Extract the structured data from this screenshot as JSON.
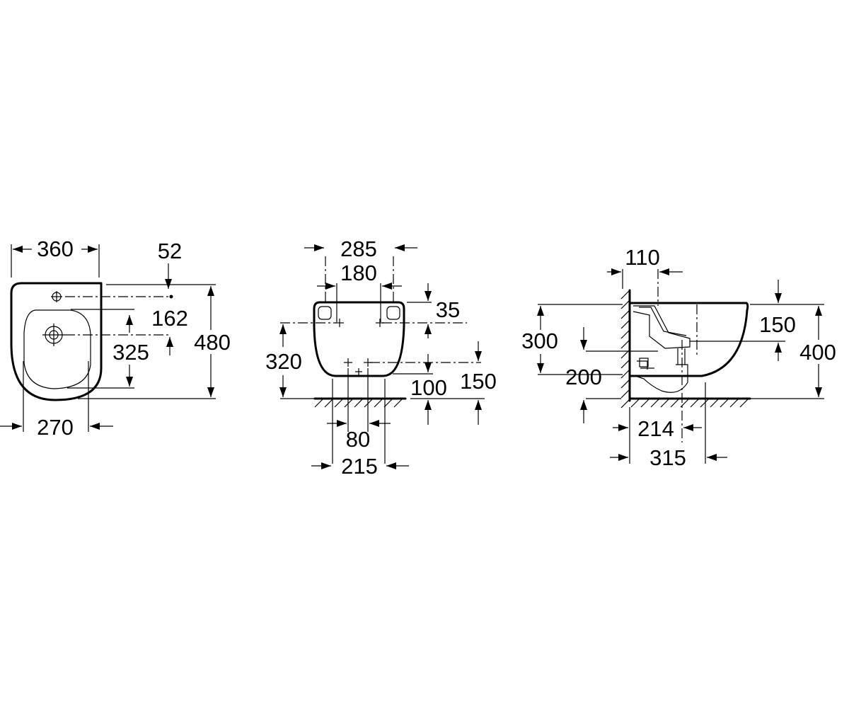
{
  "top_view": {
    "width_top": "360",
    "tap_offset": "52",
    "tap_to_bowl": "162",
    "tap_to_waste": "325",
    "depth": "480",
    "width_bottom": "270"
  },
  "front_view": {
    "fixing_width": "285",
    "fixing_centres": "180",
    "fixing_drop": "35",
    "fixing_height": "320",
    "lower_offset": "100",
    "lower_height": "150",
    "supply_centres": "80",
    "supply_span": "215"
  },
  "side_view": {
    "wall_gap": "110",
    "rim_height": "300",
    "tap_drop": "150",
    "overall_height": "400",
    "waste_height": "200",
    "waste_projection": "214",
    "projection": "315"
  }
}
